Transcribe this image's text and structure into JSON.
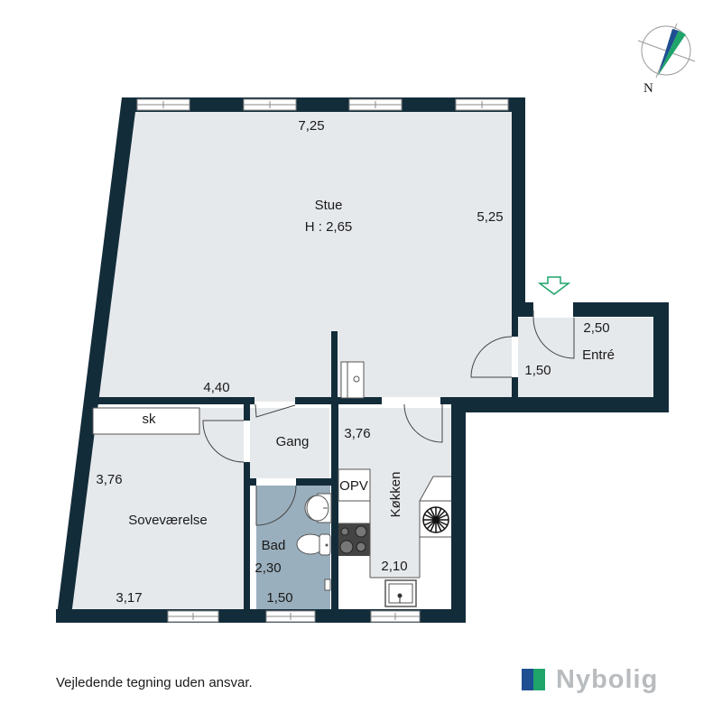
{
  "compass": {
    "label": "N",
    "colors": {
      "blue": "#1d4f91",
      "green": "#1fa46a",
      "ring": "#9a9a9a"
    }
  },
  "colors": {
    "wall": "#132c3a",
    "floor": "#e6e9ec",
    "bath_floor": "#9aafbd",
    "white": "#ffffff",
    "entry_arrow": "#1fa46a"
  },
  "rooms": {
    "stue": {
      "name": "Stue",
      "height": "H : 2,65",
      "dim_top": "7,25",
      "dim_right": "5,25",
      "dim_bottom": "4,40"
    },
    "entre": {
      "name": "Entré",
      "dim_width": "2,50",
      "dim_depth": "1,50"
    },
    "gang": {
      "name": "Gang"
    },
    "sk": {
      "name": "sk"
    },
    "sovevaerelse": {
      "name": "Soveværelse",
      "dim_side": "3,76",
      "dim_bottom": "3,17"
    },
    "bad": {
      "name": "Bad",
      "dim_side": "2,30",
      "dim_bottom": "1,50"
    },
    "kokken": {
      "name": "Køkken",
      "dim_side": "3,76",
      "dim_bottom": "2,10",
      "opv_label": "OPV"
    }
  },
  "footer": {
    "disclaimer": "Vejledende tegning uden ansvar.",
    "brand": "Nybolig"
  }
}
